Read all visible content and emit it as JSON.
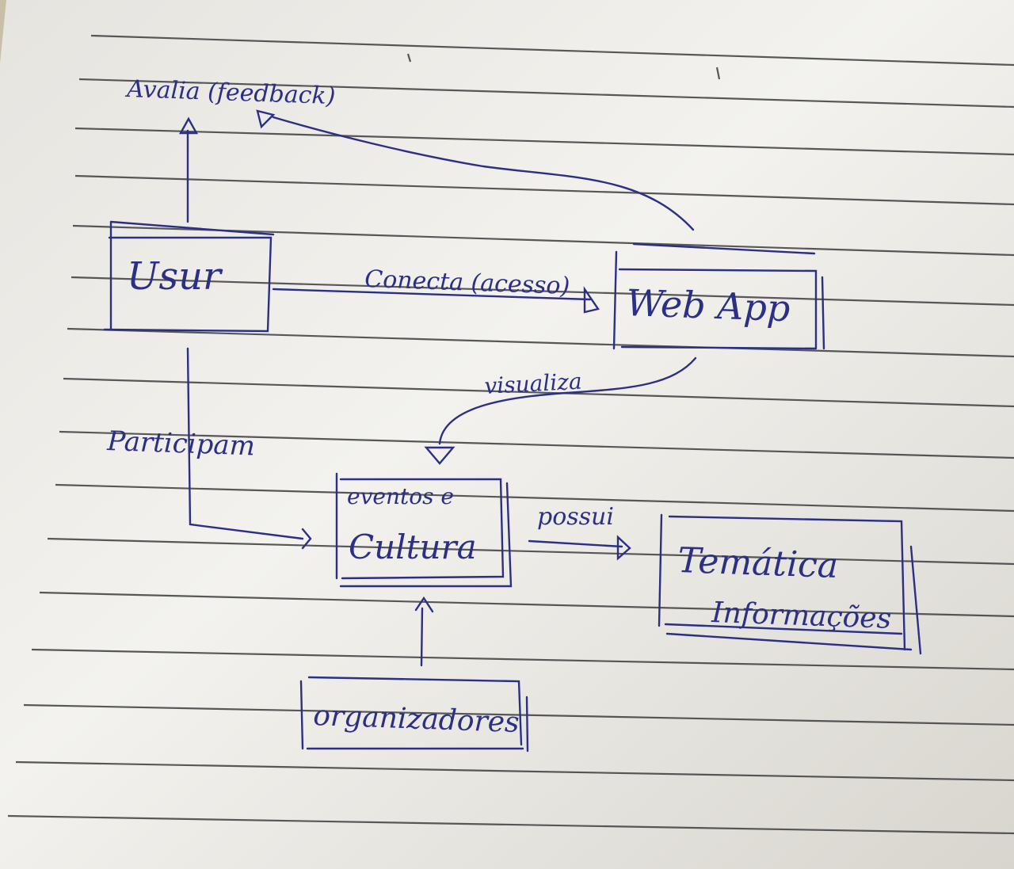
{
  "colors": {
    "ink": "#2b2f86",
    "paper": "#f1f0ec",
    "paper_shadow": "#dcdad4",
    "rule_line": "#3d3d3f",
    "background": "#c9bfa6"
  },
  "diagram": {
    "nodes": {
      "user": "Usur",
      "webapp": "Web App",
      "eventos_line1": "eventos e",
      "eventos_line2": "Cultura",
      "tematica_line1": "Temática",
      "tematica_line2": "Informações",
      "organizadores": "organizadores"
    },
    "edges": {
      "avalia": "Avalia (feedback)",
      "conecta": "Conecta (acesso)",
      "visualiza": "visualiza",
      "participam": "Participam",
      "possui": "possui"
    }
  }
}
